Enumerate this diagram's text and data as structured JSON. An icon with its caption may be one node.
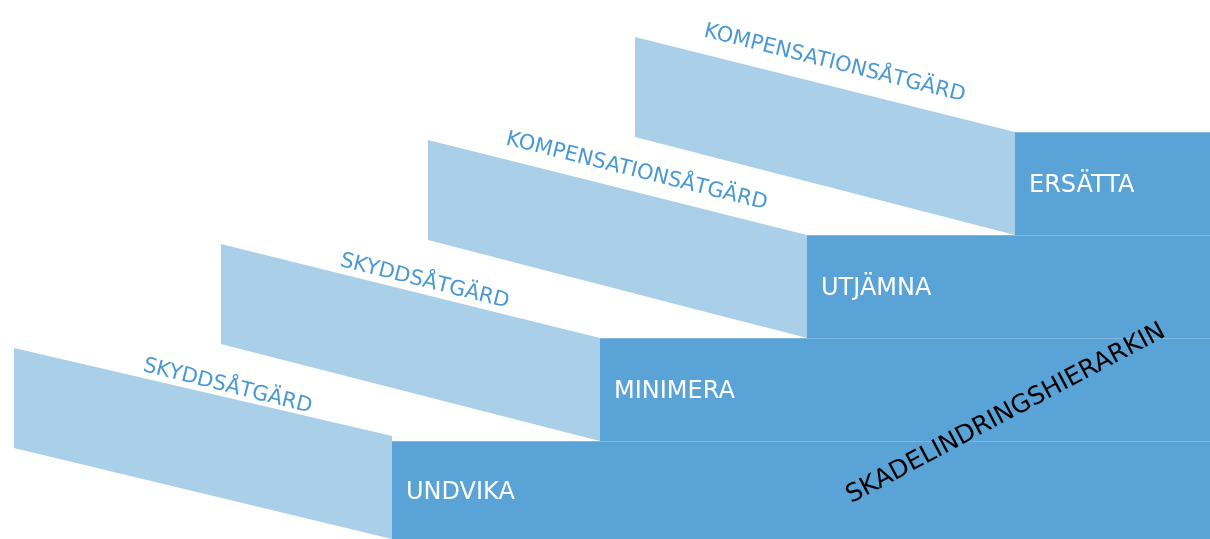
{
  "diagram": {
    "nodes": [
      {
        "text": [
          "KOMPENSATIONSÅTGÄRD"
        ]
      },
      {
        "text": [
          "ERSÄTTA"
        ]
      },
      {
        "text": [
          "KOMPENSATIONSÅTGÄRD"
        ]
      },
      {
        "text": [
          "UTJÄMNA"
        ]
      },
      {
        "text": [
          "SKYDDSÅTGÄRD"
        ]
      },
      {
        "text": [
          "MINIMERA"
        ]
      },
      {
        "text": [
          "SKYDDSÅTGÄRD"
        ]
      },
      {
        "text": [
          "UNDVIKA"
        ]
      }
    ],
    "labels": [
      "SKADELINDRINGSHIERARKIN"
    ]
  }
}
